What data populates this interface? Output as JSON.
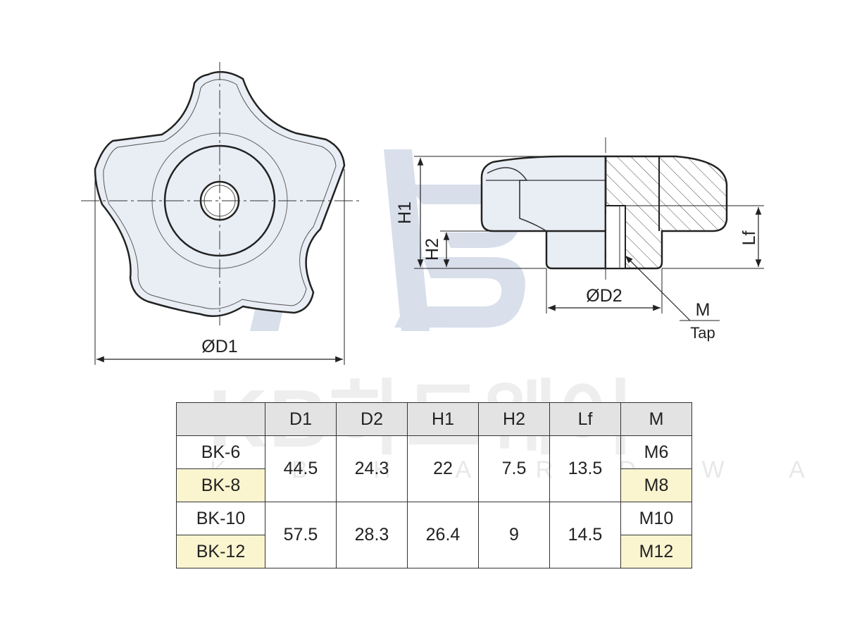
{
  "watermark": {
    "logo_text": "KB하드웨어",
    "sub_text": "K B H A R D W A R E",
    "mark_color": "#b9c6dc"
  },
  "diagram": {
    "labels": {
      "d1": "ØD1",
      "d2": "ØD2",
      "h1": "H1",
      "h2": "H2",
      "lf": "Lf",
      "m": "M",
      "tap": "Tap"
    },
    "colors": {
      "body_fill": "#e9edf4",
      "outline": "#222222",
      "highlight_row": "#fbf5cf",
      "header_bg": "#e3e3e3"
    }
  },
  "table": {
    "headers": [
      "",
      "D1",
      "D2",
      "H1",
      "H2",
      "Lf",
      "M"
    ],
    "groups": [
      {
        "models": [
          "BK-6",
          "BK-8"
        ],
        "d1": "44.5",
        "d2": "24.3",
        "h1": "22",
        "h2": "7.5",
        "lf": "13.5",
        "threads": [
          "M6",
          "M8"
        ]
      },
      {
        "models": [
          "BK-10",
          "BK-12"
        ],
        "d1": "57.5",
        "d2": "28.3",
        "h1": "26.4",
        "h2": "9",
        "lf": "14.5",
        "threads": [
          "M10",
          "M12"
        ]
      }
    ]
  }
}
